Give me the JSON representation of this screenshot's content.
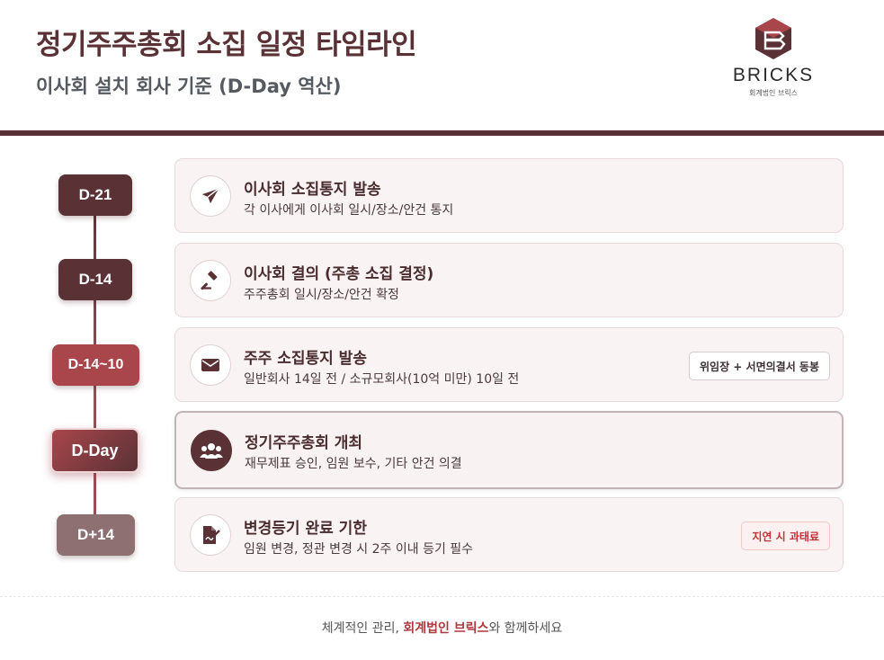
{
  "header": {
    "title": "정기주주총회 소집 일정 타임라인",
    "subtitle": "이사회 설치 회사 기준 (D-Day 역산)",
    "logo_word": "BRICKS",
    "logo_sub": "회계법인 브릭스"
  },
  "colors": {
    "brand": "#5a3236",
    "accent_red": "#a8464c",
    "alert_text": "#c0333a"
  },
  "timeline": [
    {
      "badge": "D-21",
      "badge_color": "#5a3236",
      "icon": "paper-plane-icon",
      "title": "이사회 소집통지 발송",
      "desc": "각 이사에게 이사회 일시/장소/안건 통지",
      "tag": ""
    },
    {
      "badge": "D-14",
      "badge_color": "#5a3236",
      "icon": "gavel-icon",
      "title": "이사회 결의 (주총 소집 결정)",
      "desc": "주주총회 일시/장소/안건 확정",
      "tag": ""
    },
    {
      "badge": "D-14~10",
      "badge_color": "#a8464c",
      "icon": "envelope-icon",
      "title": "주주 소집통지 발송",
      "desc": "일반회사 14일 전 / 소규모회사(10억 미만) 10일 전",
      "tag": "위임장 + 서면의결서 동봉"
    },
    {
      "badge": "D-Day",
      "badge_color": "#8f3b44",
      "icon": "users-icon",
      "title": "정기주주총회 개최",
      "desc": "재무제표 승인, 임원 보수, 기타 안건 의결",
      "tag": ""
    },
    {
      "badge": "D+14",
      "badge_color": "#8e6f72",
      "icon": "file-signature-icon",
      "title": "변경등기 완료 기한",
      "desc": "임원 변경, 정관 변경 시 2주 이내 등기 필수",
      "tag": "지연 시 과태료"
    }
  ],
  "footer": {
    "before": "체계적인 관리, ",
    "accent": "회계법인 브릭스",
    "after": "와 함께하세요"
  }
}
